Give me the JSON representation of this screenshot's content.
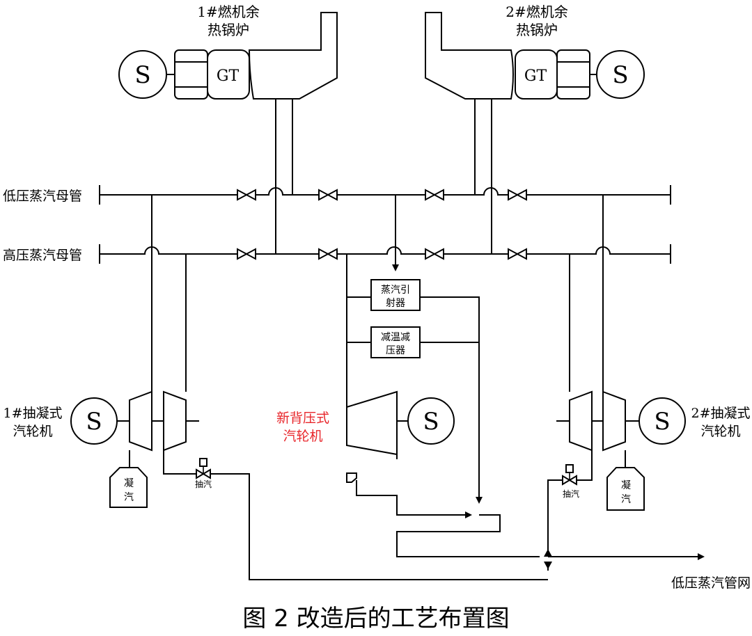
{
  "labels": {
    "boiler1": [
      "1#燃机余",
      "热锅炉"
    ],
    "boiler2": [
      "2#燃机余",
      "热锅炉"
    ],
    "gt": "GT",
    "gen": "S",
    "lp_header": "低压蒸汽母管",
    "hp_header": "高压蒸汽母管",
    "ejector": [
      "蒸汽引",
      "射器"
    ],
    "desuperheater": [
      "减温减",
      "压器"
    ],
    "turbine1": [
      "1#抽凝式",
      "汽轮机"
    ],
    "turbine2": [
      "2#抽凝式",
      "汽轮机"
    ],
    "new_turbine": [
      "新背压式",
      "汽轮机"
    ],
    "condense": [
      "凝",
      "汽"
    ],
    "extraction": "抽汽",
    "lp_network": "低压蒸汽管网",
    "caption": "图 2   改造后的工艺布置图"
  },
  "colors": {
    "line": "#000000",
    "highlight": "#e8262b",
    "background": "#ffffff"
  }
}
